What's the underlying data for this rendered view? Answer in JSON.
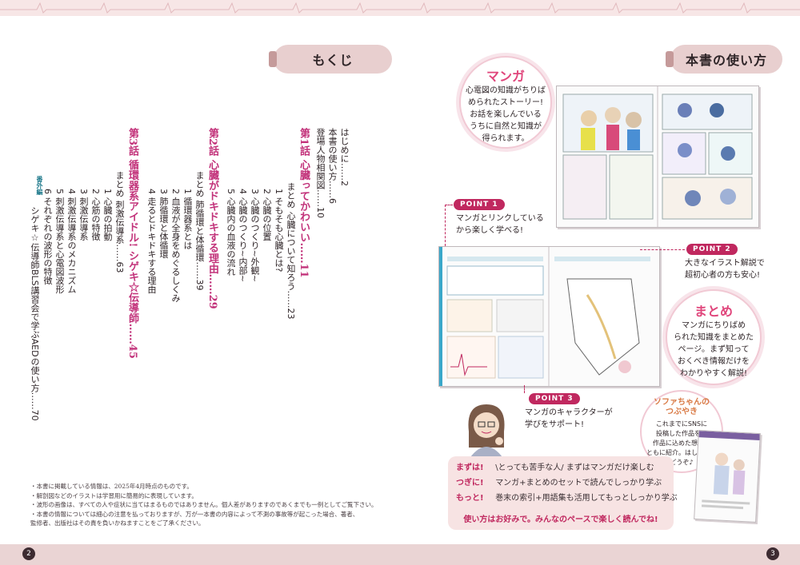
{
  "left_page": {
    "heading": "もくじ",
    "page_number": "2",
    "toc": [
      {
        "text": "はじめに……2",
        "kind": "entry"
      },
      {
        "text": "本書の使い方……6",
        "kind": "entry"
      },
      {
        "text": "登場人物相関図……10",
        "kind": "entry"
      },
      {
        "text": "第1話 心臓ってかわいい……11",
        "kind": "chapter"
      },
      {
        "text": "まとめ 心臓について知ろう……23",
        "kind": "entry"
      },
      {
        "text": "1 そもそも心臓とは?",
        "kind": "entry"
      },
      {
        "text": "2 心臓の位置",
        "kind": "entry"
      },
      {
        "text": "3 心臓のつくり~外観~",
        "kind": "entry"
      },
      {
        "text": "4 心臓のつくり~内部~",
        "kind": "entry"
      },
      {
        "text": "5 心臓内の血液の流れ",
        "kind": "entry"
      },
      {
        "text": "第2話 心臓がドキドキする理由……29",
        "kind": "chapter"
      },
      {
        "text": "まとめ 肺循環と体循環……39",
        "kind": "entry"
      },
      {
        "text": "1 循環器系とは",
        "kind": "entry"
      },
      {
        "text": "2 血液が全身をめぐるしくみ",
        "kind": "entry"
      },
      {
        "text": "3 肺循環と体循環",
        "kind": "entry"
      },
      {
        "text": "4 走るとドキドキする理由",
        "kind": "entry"
      },
      {
        "text": "第3話 循環器系アイドル! シゲキ☆伝導師……45",
        "kind": "chapter"
      },
      {
        "text": "まとめ 刺激伝導系……63",
        "kind": "entry"
      },
      {
        "text": "1 心臓の拍動",
        "kind": "entry"
      },
      {
        "text": "2 心筋の特徴",
        "kind": "entry"
      },
      {
        "text": "3 刺激伝導系",
        "kind": "entry"
      },
      {
        "text": "4 刺激伝導系のメカニズム",
        "kind": "entry"
      },
      {
        "text": "5 刺激伝導系と心電図波形",
        "kind": "entry"
      },
      {
        "text": "6 それぞれの波形の特徴",
        "kind": "entry"
      },
      {
        "text": "番外編",
        "kind": "extra"
      },
      {
        "text": "シゲキ☆伝導師BLS講習会で学ぶAEDの使い方……70",
        "kind": "entry"
      }
    ],
    "notes": [
      "・本書に掲載している情報は、2025年4月時点のものです。",
      "・解剖図などのイラストは学習用に簡易的に表現しています。",
      "・波形の画像は、すべての人や症状に当てはまるものではありません。個人差がありますのであくまでも一例としてご覧下さい。",
      "・本書の情報については細心の注意を払っておりますが、万が一本書の内容によって不測の事故等が起こった場合、著者、",
      "  監修者、出版社はその責を負いかねますことをご了承ください。"
    ]
  },
  "right_page": {
    "heading": "本書の使い方",
    "page_number": "3",
    "manga": {
      "title": "マンガ",
      "lines": [
        "心電図の知識がちりば",
        "められたストーリー!",
        "お話を楽しんでいる",
        "うちに自然と知識が",
        "得られます。"
      ]
    },
    "points": [
      {
        "label": "POINT 1",
        "lines": [
          "マンガとリンクしている",
          "から楽しく学べる!"
        ]
      },
      {
        "label": "POINT 2",
        "lines": [
          "大きなイラスト解説で",
          "超初心者の方も安心!"
        ]
      },
      {
        "label": "POINT 3",
        "lines": [
          "マンガのキャラクターが",
          "学びをサポート!"
        ]
      }
    ],
    "matome": {
      "title": "まとめ",
      "lines": [
        "マンガにちりばめ",
        "られた知識をまとめた",
        "ページ。まず知って",
        "おくべき情報だけを",
        "わかりやすく解説!"
      ]
    },
    "sofa": {
      "title_lines": [
        "ソファちゃんの",
        "つぶやき"
      ],
      "lines": [
        "これまでにSNSに",
        "投稿した作品を、",
        "作品に込めた想いと",
        "ともに紹介。はし休めに",
        "どうぞ♪"
      ]
    },
    "guide": [
      {
        "key": "まずは!",
        "text": "\\とっても苦手な人/ まずはマンガだけ楽しむ"
      },
      {
        "key": "つぎに!",
        "text": "マンガ+まとめのセットで読んでしっかり学ぶ"
      },
      {
        "key": "もっと!",
        "text": "巻末の索引+用語集も活用してもっとしっかり学ぶ"
      }
    ],
    "guide_footer": "使い方はお好みで。みんなのペースで楽しく読んでね!"
  },
  "colors": {
    "accent": "#c0285f",
    "pink_text": "#e0457b",
    "heading_bg": "#e8cfcf",
    "band": "#f7e6e6"
  }
}
